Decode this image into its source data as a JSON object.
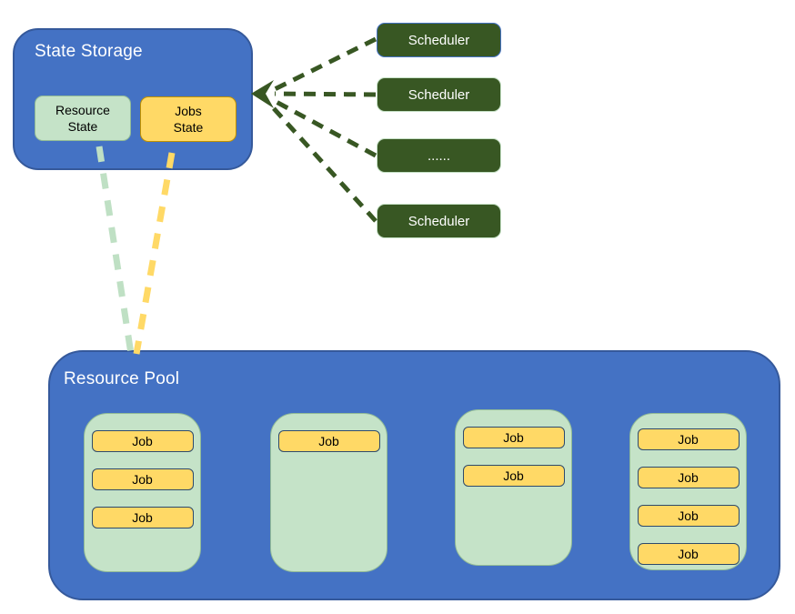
{
  "colors": {
    "container_blue": "#4472C4",
    "container_border": "#35599B",
    "dark_green": "#385723",
    "scheduler_border_blue": "#4472C4",
    "scheduler_border_light": "#C5E0C5",
    "light_green": "#C5E3C8",
    "light_green_border": "#92BB96",
    "connector_green": "#BFE0C4",
    "yellow": "#FFD966",
    "yellow_border": "#BF9000",
    "job_border": "#2E4A6B",
    "text_white": "#FFFFFF",
    "text_black": "#000000"
  },
  "state_storage": {
    "title": "State Storage",
    "resource_state_label": "Resource\nState",
    "jobs_state_label": "Jobs\nState"
  },
  "schedulers": [
    {
      "label": "Scheduler"
    },
    {
      "label": "Scheduler"
    },
    {
      "label": "......"
    },
    {
      "label": "Scheduler"
    }
  ],
  "resource_pool": {
    "title": "Resource Pool",
    "nodes": [
      {
        "jobs": [
          "Job",
          "Job",
          "Job"
        ]
      },
      {
        "jobs": [
          "Job"
        ]
      },
      {
        "jobs": [
          "Job",
          "Job"
        ]
      },
      {
        "jobs": [
          "Job",
          "Job",
          "Job",
          "Job"
        ]
      }
    ]
  }
}
